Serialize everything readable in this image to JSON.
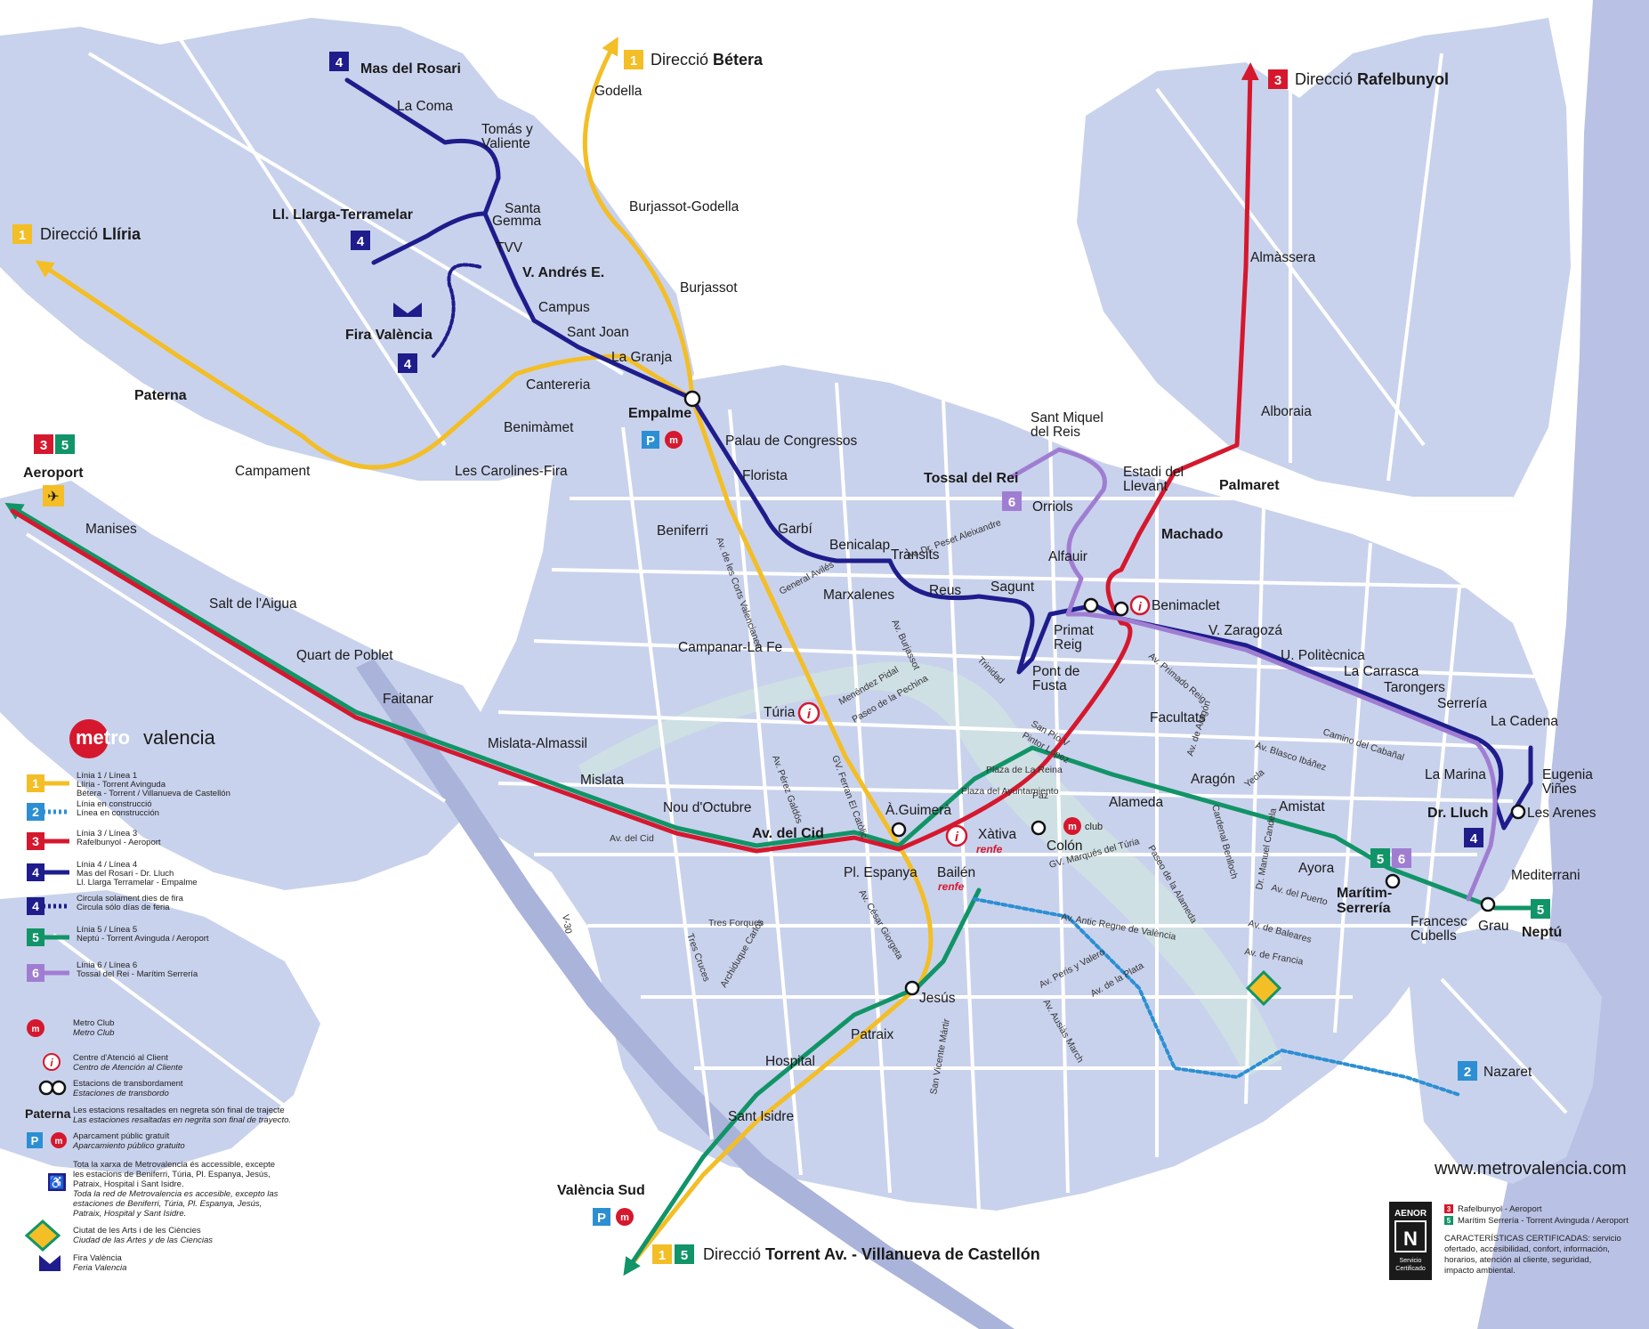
{
  "colors": {
    "background": "#ffffff",
    "land": "#c9d2ec",
    "street": "#ffffff",
    "park": "#cfe0e4",
    "sea": "#b9c1e4",
    "river": "#aab3da",
    "line1": "#f3be26",
    "line2": "#2c8fd3",
    "line3": "#d5182e",
    "line4": "#1f1c8c",
    "line5": "#119467",
    "line6": "#9f7ed2",
    "accent": "#d5182e"
  },
  "title": {
    "brand_bold": "metro",
    "brand_light": "valencia"
  },
  "website": "www.metrovalencia.com",
  "directions": [
    {
      "badges": [
        "1"
      ],
      "text_normal": "Direcció ",
      "text_bold": "Bétera"
    },
    {
      "badges": [
        "3"
      ],
      "text_normal": "Direcció ",
      "text_bold": "Rafelbunyol"
    },
    {
      "badges": [
        "1"
      ],
      "text_normal": "Direcció ",
      "text_bold": "Llíria"
    },
    {
      "badges": [
        "1",
        "5"
      ],
      "text_normal": "Direcció ",
      "text_bold": "Torrent Av. - Villanueva de Castellón"
    }
  ],
  "terminal_badges": {
    "mas_del_rosari": "4",
    "ll_llarga": "4",
    "fira": "4",
    "aeroport": [
      "3",
      "5"
    ],
    "tossal": "6",
    "maritim": [
      "5",
      "6"
    ],
    "neptu": "5",
    "dr_lluch": "4",
    "nazaret": "2"
  },
  "stations": {
    "mas_del_rosari": "Mas del Rosari",
    "la_coma": "La Coma",
    "tomas_valiente": [
      "Tomás y",
      "Valiente"
    ],
    "santa_gemma": [
      "Santa",
      "Gemma"
    ],
    "ll_llarga": "Ll. Llarga-Terramelar",
    "tvv": "TVV",
    "v_andres": "V. Andrés E.",
    "campus": "Campus",
    "fira": "Fira València",
    "sant_joan": "Sant Joan",
    "la_granja": "La Granja",
    "cantereria": "Cantereria",
    "benimamet": "Benimàmet",
    "paterna": "Paterna",
    "campament": "Campament",
    "les_carolines": "Les Carolines-Fira",
    "godella": "Godella",
    "burjassot_godella": "Burjassot-Godella",
    "burjassot": "Burjassot",
    "empalme": "Empalme",
    "palau_congressos": "Palau de Congressos",
    "florista": "Florista",
    "garbi": "Garbí",
    "benicalap": "Benicalap",
    "transits": "Trànsits",
    "marxalenes": "Marxalenes",
    "reus": "Reus",
    "sagunt": "Sagunt",
    "pont_de_fusta": [
      "Pont de",
      "Fusta"
    ],
    "primat_reig": [
      "Primat",
      "Reig"
    ],
    "beniferri": "Beniferri",
    "campanar": "Campanar-La Fe",
    "turia": "Túria",
    "aguimera": "À.Guimerà",
    "pl_espanya": "Pl. Espanya",
    "bailen": "Bailén",
    "xativa": "Xàtiva",
    "colon": "Colón",
    "jesus": "Jesús",
    "patraix": "Patraix",
    "hospital": "Hospital",
    "sant_isidre": "Sant Isidre",
    "valencia_sud": "València Sud",
    "aeroport": "Aeroport",
    "manises": "Manises",
    "salt_aigua": "Salt de l'Aigua",
    "quart": "Quart de Poblet",
    "faitanar": "Faitanar",
    "mislata_almassil": "Mislata-Almassil",
    "mislata": "Mislata",
    "nou_octubre": "Nou d'Octubre",
    "av_del_cid": "Av. del Cid",
    "almassera": "Almàssera",
    "alboraia": "Alboraia",
    "palmaret": "Palmaret",
    "machado": "Machado",
    "benimaclet": "Benimaclet",
    "facultats": "Facultats",
    "alameda": "Alameda",
    "sant_miquel": [
      "Sant Miquel",
      "del Reis"
    ],
    "tossal": "Tossal del Rei",
    "estadi": [
      "Estadi del",
      "Llevant"
    ],
    "orriols": "Orriols",
    "alfauir": "Alfauir",
    "v_zaragoza": "V. Zaragozá",
    "u_politecnica": "U. Politècnica",
    "la_carrasca": "La Carrasca",
    "tarongers": "Tarongers",
    "serreria": "Serrería",
    "la_cadena": "La Cadena",
    "la_marina": "La Marina",
    "eugenia": [
      "Eugenia",
      "Viñes"
    ],
    "les_arenes": "Les Arenes",
    "dr_lluch": "Dr. Lluch",
    "mediterrani": "Mediterrani",
    "aragon": "Aragón",
    "amistat": "Amistat",
    "ayora": "Ayora",
    "maritim": [
      "Marítim-",
      "Serrería"
    ],
    "francesc_cubells": [
      "Francesc",
      "Cubells"
    ],
    "grau": "Grau",
    "neptu": "Neptú",
    "nazaret": "Nazaret"
  },
  "streets": [
    "Av. de les Corts Valencianes",
    "General Avilés",
    "Av. Dr. Peset Aleixandre",
    "Av. Burjassot",
    "Menéndez Pidal",
    "Paseo de la Pechina",
    "Trinidad",
    "Av. Pérez Galdós",
    "GV. Ferran El Catòlic",
    "Av. del Cid",
    "San Pío V",
    "Pintor López",
    "Plaza de La Reina",
    "Plaza del Ayuntamiento",
    "Paz",
    "Av. Primado Reig",
    "Av. de Aragón",
    "Av. Blasco Ibáñez",
    "Camino del Cabañal",
    "Yecla",
    "Cardenal Benlloch",
    "Dr. Manuel Candela",
    "GV. Marqués del Túria",
    "Paseo de la Alameda",
    "Av. del Puerto",
    "Av. de Baleares",
    "Av. de Francia",
    "Av. Antic Regne de València",
    "Av. Peris y Valero",
    "Av. Ausiàs March",
    "Av. de la Plata",
    "Tres Forques",
    "Tres Cruces",
    "Archiduque Carlos",
    "Av. César Giorgeta",
    "San Vicente Mártir",
    "V-30"
  ],
  "poi": {
    "renfe": "renfe",
    "metro_club": "club"
  },
  "legend": [
    {
      "badge": "1",
      "color": "#f3be26",
      "style": "solid",
      "l1": "Línia 1 / Línea 1",
      "l2": "Llíria - Torrent Avinguda",
      "l3": "Bétera - Torrent / Villanueva de Castellón"
    },
    {
      "badge": "2",
      "color": "#2c8fd3",
      "style": "dotted",
      "l1": "Línia en construcció",
      "l2": "Línea en construcción",
      "l3": ""
    },
    {
      "badge": "3",
      "color": "#d5182e",
      "style": "solid",
      "l1": "Línia 3 / Línea 3",
      "l2": "Rafelbunyol - Aeroport",
      "l3": ""
    },
    {
      "badge": "4",
      "color": "#1f1c8c",
      "style": "solid",
      "l1": "Línia 4 / Línea 4",
      "l2": "Mas del Rosari - Dr. Lluch",
      "l3": "Ll. Llarga Terramelar - Empalme"
    },
    {
      "badge": "4",
      "color": "#1f1c8c",
      "style": "dotted",
      "l1": "Circula solament dies de fira",
      "l2": "Circula sólo días de feria",
      "l3": ""
    },
    {
      "badge": "5",
      "color": "#119467",
      "style": "solid",
      "l1": "Línia 5 / Línea 5",
      "l2": "Neptú - Torrent Avinguda / Aeroport",
      "l3": ""
    },
    {
      "badge": "6",
      "color": "#9f7ed2",
      "style": "solid",
      "l1": "Línia 6 / Línea 6",
      "l2": "Tossal del Rei - Marítim Serrería",
      "l3": ""
    }
  ],
  "legend_extra": {
    "club_l1": "Metro Club",
    "club_l2": "Metro Club",
    "info_l1": "Centre d'Atenció al Client",
    "info_l2": "Centro de Atención al Cliente",
    "transfer_l1": "Estacions de transbordament",
    "transfer_l2": "Estaciones de transbordo",
    "paterna_word": "Paterna",
    "bold_l1": "Les estacions resaltades en negreta són final de trajecte",
    "bold_l2": "Las estaciones resaltadas en negrita son final de trayecto.",
    "parking_l1": "Aparcament públic gratuït",
    "parking_l2": "Aparcamiento público gratuito",
    "access": [
      "Tota la xarxa de Metrovalencia és accessible, excepte",
      "les estacions de Beniferri, Túria, Pl. Espanya, Jesús,",
      "Patraix, Hospital i Sant Isidre.",
      "Toda la red de Metrovalencia es accesible, excepto las",
      "estaciones de Beniferri, Túria, Pl. Espanya, Jesús,",
      "Patraix, Hospital y Sant Isidre."
    ],
    "arts_l1": "Ciutat de les Arts i de les Ciències",
    "arts_l2": "Ciudad de las Artes y de las Ciencias",
    "fira_l1": "Fira València",
    "fira_l2": "Feria Valencia"
  },
  "cert": {
    "aenor": "AENOR",
    "aenor_sub": [
      "Servicio",
      "Certificado"
    ],
    "line3": "Rafelbunyol - Aeroport",
    "line5": "Marítim Serrería - Torrent Avinguda / Aeroport",
    "text": [
      "CARACTERÍSTICAS CERTIFICADAS: servicio",
      "ofertado, accesibilidad, confort, información,",
      "horarios, atención al cliente, seguridad,",
      "impacto ambiental."
    ]
  }
}
